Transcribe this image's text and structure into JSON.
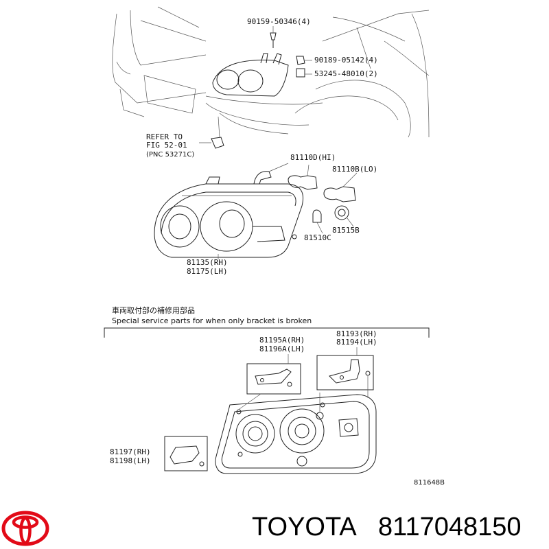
{
  "labels": {
    "bolt_top": "90159-50346(4)",
    "clip": "90189-05142(4)",
    "nut": "53245-48010(2)",
    "refer_1": "REFER TO",
    "refer_2": "FIG 52-01",
    "refer_3": "(PNC 53271C)",
    "bulb_hi": "81110D(HI)",
    "bulb_lo": "81110B(LO)",
    "socket": "81515B",
    "small_bulb": "81510C",
    "headlamp_rh": "81135(RH)",
    "headlamp_lh": "81175(LH)",
    "note_jp": "車両取付部の補修用部品",
    "note_en": "Special service parts for when only bracket is broken",
    "bracket_a_rh": "81195A(RH)",
    "bracket_a_lh": "81196A(LH)",
    "bracket_b_rh": "81193(RH)",
    "bracket_b_lh": "81194(LH)",
    "bracket_c_rh": "81197(RH)",
    "bracket_c_lh": "81198(LH)",
    "figure_code": "811648B"
  },
  "footer": {
    "brand_name": "TOYOTA",
    "part_number": "8117048150"
  },
  "colors": {
    "logo_red": "#e20a17"
  },
  "icons": {
    "logo": "toyota-logo-icon"
  }
}
